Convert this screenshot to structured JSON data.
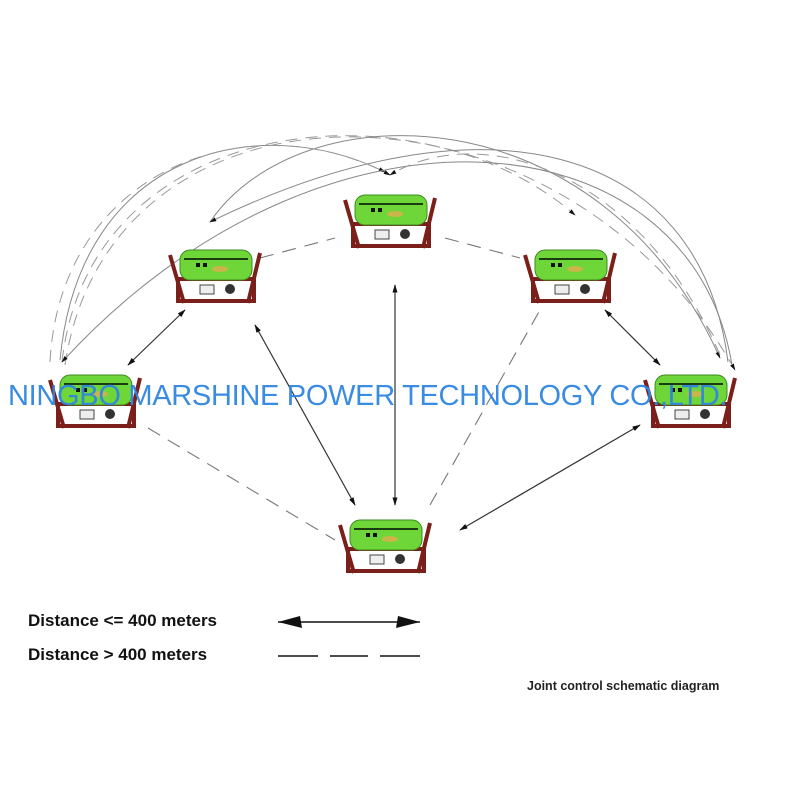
{
  "diagram": {
    "caption": "Joint control schematic diagram",
    "watermark": "NINGBO MARSHINE POWER TECHNOLOGY CO.,LTD.",
    "legend": [
      {
        "label": "Distance <= 400 meters",
        "style": "solid-arrow"
      },
      {
        "label": "Distance > 400 meters",
        "style": "dashed"
      }
    ],
    "nodes": [
      "top",
      "upper-left",
      "upper-right",
      "left",
      "right",
      "bottom"
    ],
    "colors": {
      "machine_body": "#6fd63a",
      "machine_frame": "#7a1f1a",
      "watermark": "#2f86e0",
      "lines": "#555555"
    }
  }
}
